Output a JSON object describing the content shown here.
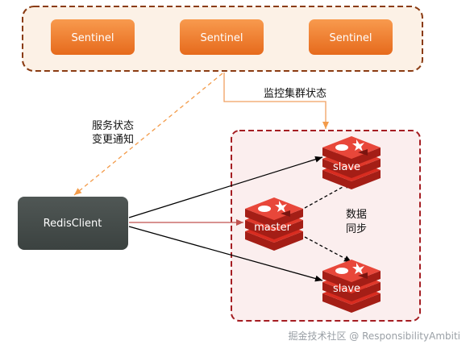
{
  "sentinels": [
    {
      "label": "Sentinel"
    },
    {
      "label": "Sentinel"
    },
    {
      "label": "Sentinel"
    }
  ],
  "client": {
    "label": "RedisClient"
  },
  "master": {
    "label": "master"
  },
  "slaves": [
    {
      "label": "slave"
    },
    {
      "label": "slave"
    }
  ],
  "annotations": {
    "monitor_cluster": "监控集群状态",
    "notify_line1": "服务状态",
    "notify_line2": "变更通知",
    "sync_line1": "数据",
    "sync_line2": "同步"
  },
  "watermark": "掘金技术社区 @ ResponsibilityAmbiti",
  "colors": {
    "sentinel_fill": "#f07c2a",
    "sentinel_panel_border": "#8a3b12",
    "sentinel_panel_fill": "#fcf1e6",
    "redis_panel_border": "#a51d22",
    "redis_panel_fill": "#fbeeee",
    "client_fill": "#454c49",
    "redis_red": "#d82c20",
    "notify_arrow": "#f39b4a",
    "monitor_arrow": "#f0a060"
  }
}
